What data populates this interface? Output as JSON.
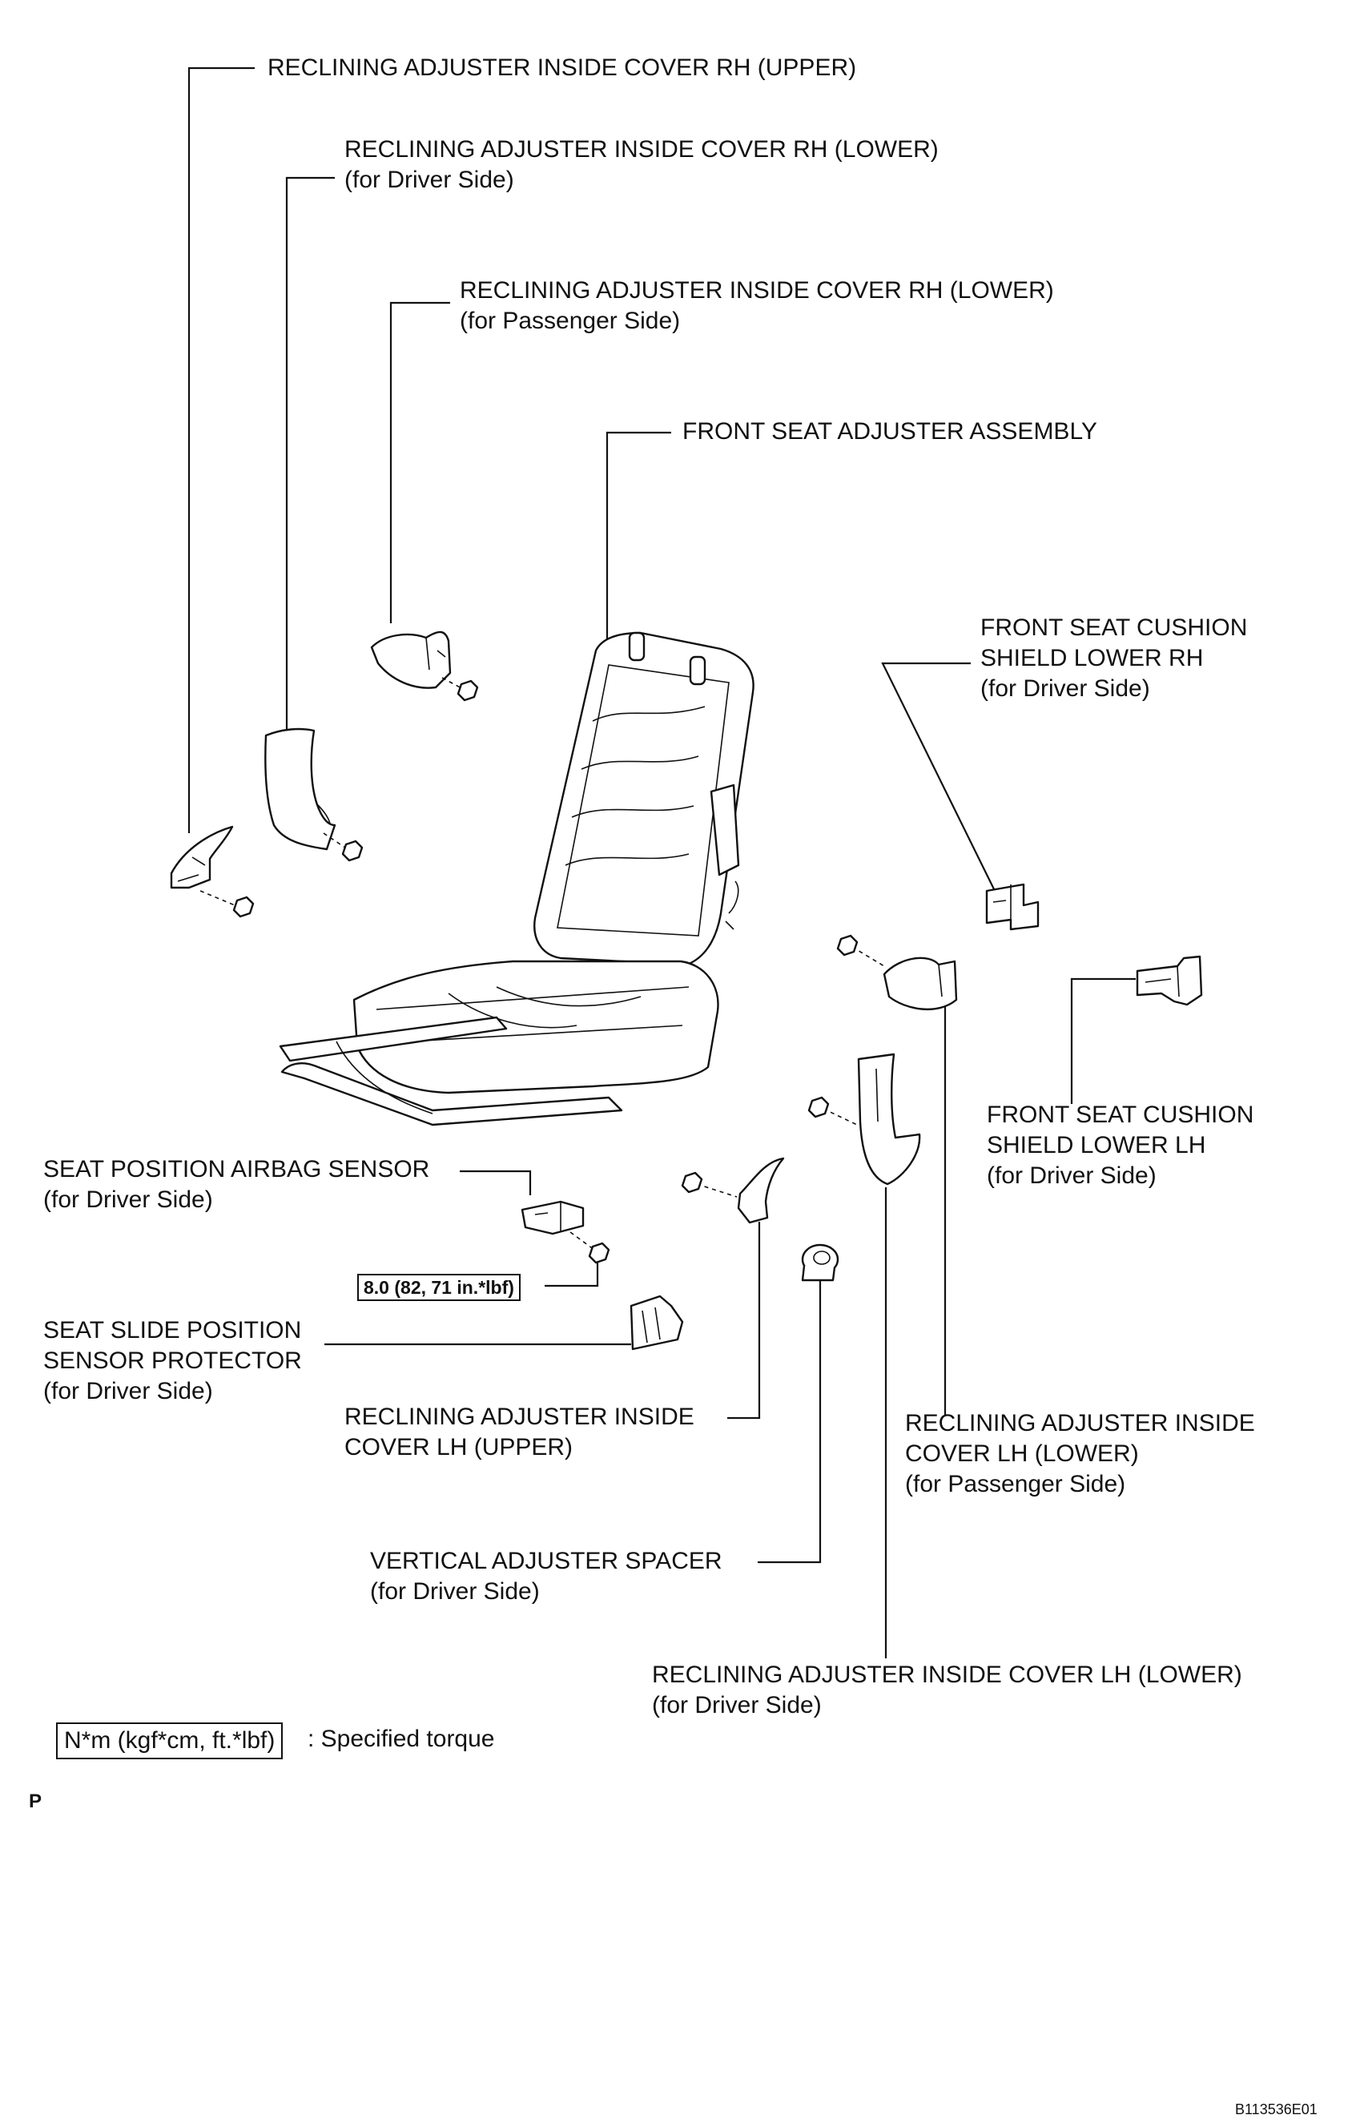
{
  "labels": {
    "rh_upper": [
      "RECLINING ADJUSTER INSIDE COVER RH (UPPER)"
    ],
    "rh_lower_driver": [
      "RECLINING ADJUSTER INSIDE COVER RH (LOWER)",
      "(for Driver Side)"
    ],
    "rh_lower_passenger": [
      "RECLINING ADJUSTER INSIDE COVER RH (LOWER)",
      "(for Passenger Side)"
    ],
    "seat_adjuster": [
      "FRONT SEAT ADJUSTER ASSEMBLY"
    ],
    "shield_rh": [
      "FRONT SEAT CUSHION",
      "SHIELD LOWER RH",
      "(for Driver Side)"
    ],
    "shield_lh": [
      "FRONT SEAT CUSHION",
      "SHIELD LOWER LH",
      "(for Driver Side)"
    ],
    "airbag_sensor": [
      "SEAT POSITION AIRBAG SENSOR",
      "(for Driver Side)"
    ],
    "slide_protector": [
      "SEAT SLIDE POSITION",
      "SENSOR PROTECTOR",
      "(for Driver Side)"
    ],
    "lh_upper": [
      "RECLINING ADJUSTER INSIDE",
      "COVER LH (UPPER)"
    ],
    "lh_lower_passenger": [
      "RECLINING ADJUSTER INSIDE",
      "COVER LH (LOWER)",
      "(for Passenger Side)"
    ],
    "vertical_spacer": [
      "VERTICAL ADJUSTER SPACER",
      "(for Driver Side)"
    ],
    "lh_lower_driver": [
      "RECLINING ADJUSTER INSIDE COVER LH (LOWER)",
      "(for Driver Side)"
    ]
  },
  "torque": "8.0 (82, 71 in.*lbf)",
  "legend": {
    "box": "N*m (kgf*cm, ft.*lbf)",
    "text": ": Specified torque"
  },
  "page_mark": "P",
  "figure_code": "B113536E01"
}
